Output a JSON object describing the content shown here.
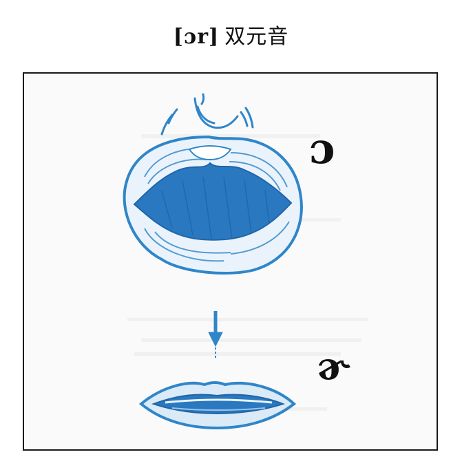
{
  "title": {
    "ipa": "[ɔr]",
    "chinese": "双元音"
  },
  "diagram": {
    "start_symbol": "ɔ",
    "end_symbol": "ɚ",
    "colors": {
      "lip_blue": "#2f86c9",
      "mouth_blue": "#2a78bf",
      "symbol_black": "#111111"
    }
  }
}
